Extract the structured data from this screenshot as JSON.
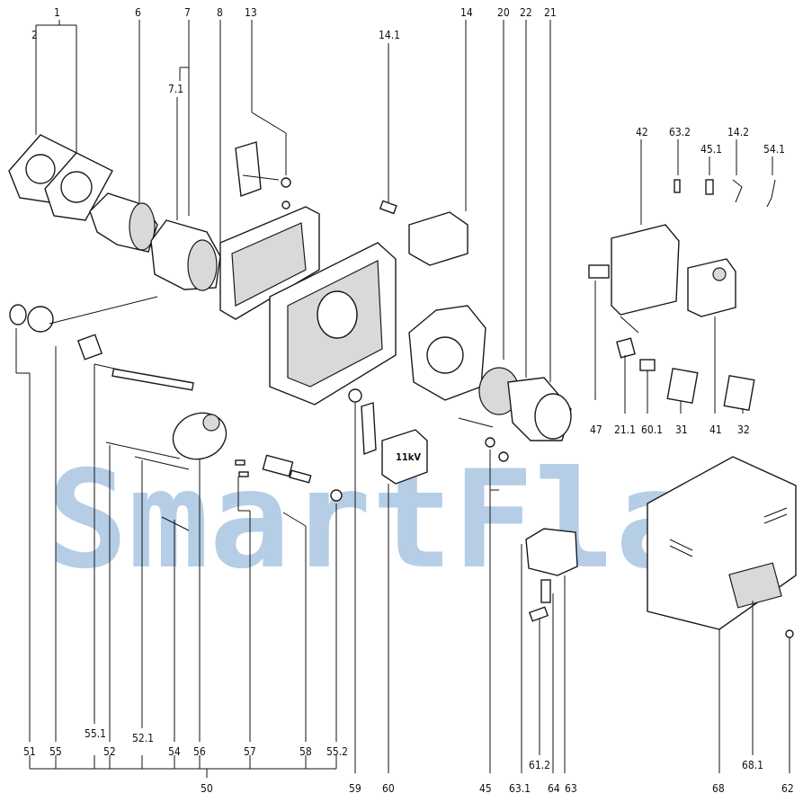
{
  "watermark": {
    "text": "SmartFlam",
    "color": "#a9c6e2"
  },
  "labels_top": [
    {
      "id": "1",
      "text": "1"
    },
    {
      "id": "2",
      "text": "2"
    },
    {
      "id": "6",
      "text": "6"
    },
    {
      "id": "7",
      "text": "7"
    },
    {
      "id": "7_1",
      "text": "7.1"
    },
    {
      "id": "8",
      "text": "8"
    },
    {
      "id": "13",
      "text": "13"
    },
    {
      "id": "14_1",
      "text": "14.1"
    },
    {
      "id": "14",
      "text": "14"
    },
    {
      "id": "20",
      "text": "20"
    },
    {
      "id": "22",
      "text": "22"
    },
    {
      "id": "21",
      "text": "21"
    },
    {
      "id": "42",
      "text": "42"
    },
    {
      "id": "63_2",
      "text": "63.2"
    },
    {
      "id": "45_1",
      "text": "45.1"
    },
    {
      "id": "14_2",
      "text": "14.2"
    },
    {
      "id": "54_1",
      "text": "54.1"
    }
  ],
  "labels_mid": [
    {
      "id": "47",
      "text": "47"
    },
    {
      "id": "21_1",
      "text": "21.1"
    },
    {
      "id": "60_1",
      "text": "60.1"
    },
    {
      "id": "31",
      "text": "31"
    },
    {
      "id": "41",
      "text": "41"
    },
    {
      "id": "32",
      "text": "32"
    }
  ],
  "labels_bottom": [
    {
      "id": "51",
      "text": "51"
    },
    {
      "id": "55",
      "text": "55"
    },
    {
      "id": "55_1",
      "text": "55.1"
    },
    {
      "id": "52",
      "text": "52"
    },
    {
      "id": "52_1",
      "text": "52.1"
    },
    {
      "id": "54",
      "text": "54"
    },
    {
      "id": "56",
      "text": "56"
    },
    {
      "id": "57",
      "text": "57"
    },
    {
      "id": "58",
      "text": "58"
    },
    {
      "id": "55_2",
      "text": "55.2"
    },
    {
      "id": "50",
      "text": "50"
    },
    {
      "id": "59",
      "text": "59"
    },
    {
      "id": "60",
      "text": "60"
    },
    {
      "id": "45",
      "text": "45"
    },
    {
      "id": "63_1",
      "text": "63.1"
    },
    {
      "id": "61_2",
      "text": "61.2"
    },
    {
      "id": "64",
      "text": "64"
    },
    {
      "id": "63",
      "text": "63"
    },
    {
      "id": "68",
      "text": "68"
    },
    {
      "id": "68_1",
      "text": "68.1"
    },
    {
      "id": "62",
      "text": "62"
    }
  ],
  "ignition_label": "11kV"
}
